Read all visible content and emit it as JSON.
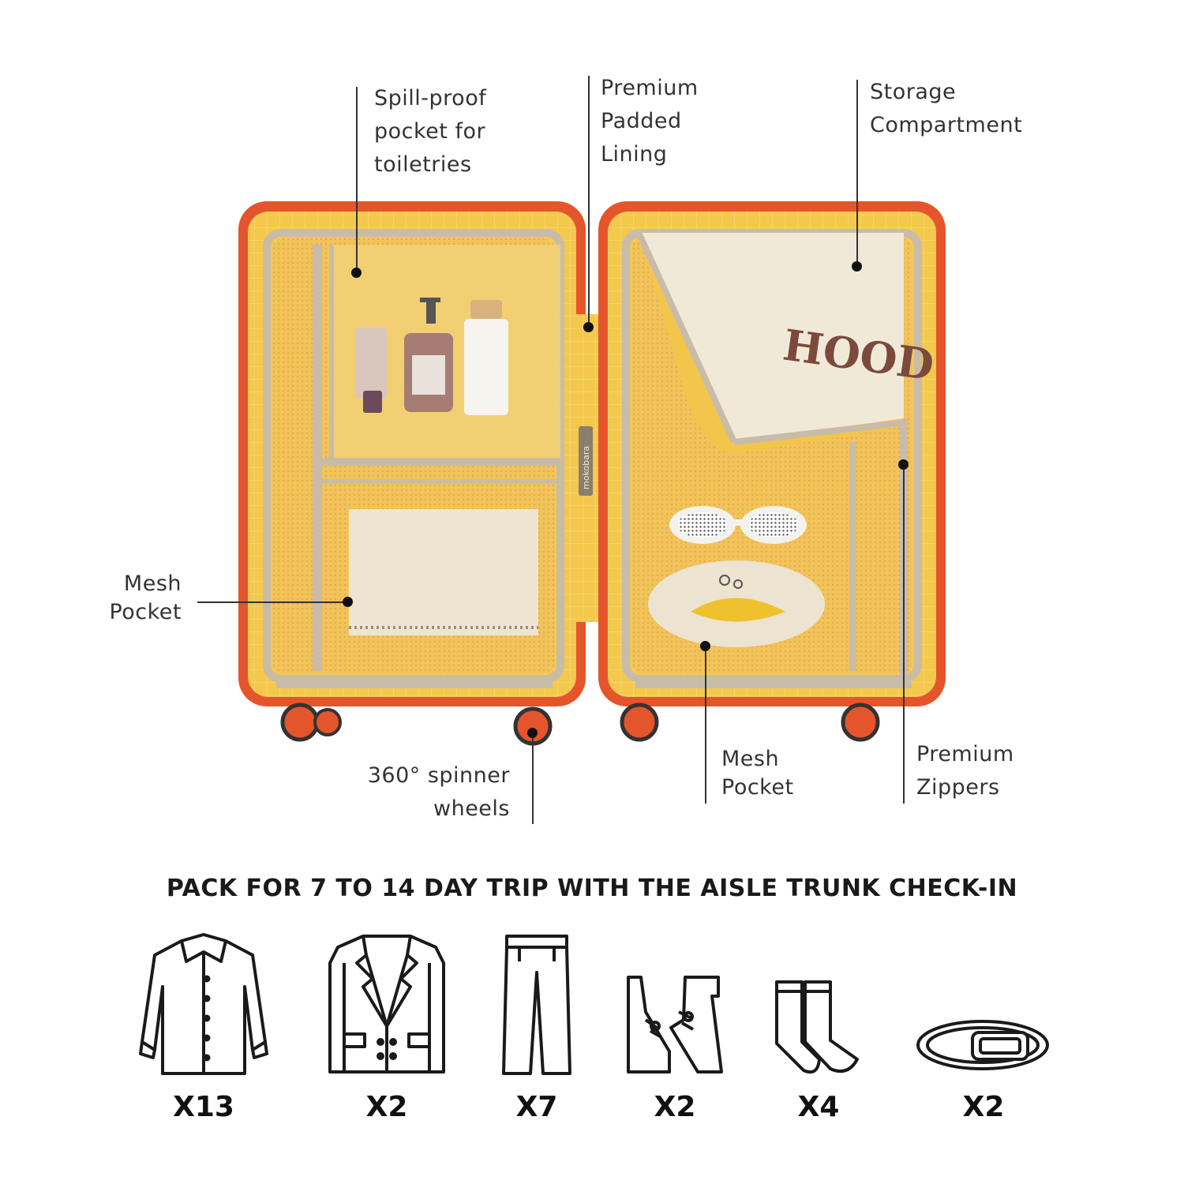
{
  "callouts": {
    "spill_proof": [
      "Spill-proof",
      "pocket for",
      "toiletries"
    ],
    "padded_lining": [
      "Premium",
      "Padded",
      "Lining"
    ],
    "storage": [
      "Storage",
      "Compartment"
    ],
    "mesh_left": [
      "Mesh",
      "Pocket"
    ],
    "wheels": [
      "360° spinner",
      "wheels"
    ],
    "mesh_right": [
      "Mesh",
      "Pocket"
    ],
    "zippers": [
      "Premium",
      "Zippers"
    ]
  },
  "brand_tag": "mokobara",
  "hoodie_print": "HOOD",
  "heading": "PACK FOR 7 TO 14 DAY TRIP WITH THE AISLE TRUNK CHECK-IN",
  "pack_items": [
    {
      "icon": "shirt-icon",
      "count": "X13"
    },
    {
      "icon": "blazer-icon",
      "count": "X2"
    },
    {
      "icon": "trousers-icon",
      "count": "X7"
    },
    {
      "icon": "shoes-icon",
      "count": "X2"
    },
    {
      "icon": "socks-icon",
      "count": "X4"
    },
    {
      "icon": "belt-icon",
      "count": "X2"
    }
  ],
  "colors": {
    "shell": "#e5552c",
    "lining": "#f2c64a",
    "trim": "#c8bca9",
    "ink": "#1a1a1a"
  }
}
